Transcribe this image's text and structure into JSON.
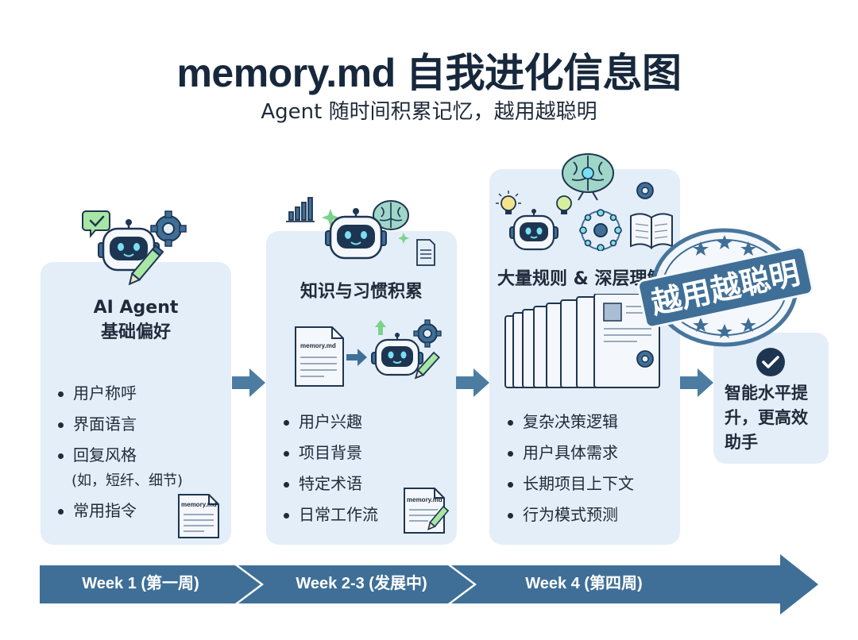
{
  "title": "memory.md 自我进化信息图",
  "subtitle": "Agent 随时间积累记忆，越用越聪明",
  "stages": [
    {
      "heading_line1": "AI Agent",
      "heading_line2": "基础偏好",
      "items": [
        "用户称呼",
        "界面语言",
        "回复风格",
        "常用指令"
      ],
      "item_note": "(如，短纤、细节)",
      "doc_label": "memory.md",
      "week": "Week 1 (第一周)"
    },
    {
      "heading_line1": "知识与习惯积累",
      "items": [
        "用户兴趣",
        "项目背景",
        "特定术语",
        "日常工作流"
      ],
      "doc_label": "memory.md",
      "doc_label_small": "memory.md",
      "week": "Week 2-3 (发展中)"
    },
    {
      "heading_line1": "大量规则 & 深层理解",
      "items": [
        "复杂决策逻辑",
        "用户具体需求",
        "长期项目上下文",
        "行为模式预测"
      ],
      "week": "Week 4 (第四周)"
    }
  ],
  "stamp": "越用越聪明",
  "result": "智能水平提升，更高效助手",
  "colors": {
    "panel": "#e4eef8",
    "arrow": "#4d7ca3",
    "timeline": "#3f6f97",
    "robot_face": "#1e3552",
    "eyes": "#79e0f2",
    "accent_green": "#7bd389",
    "navy": "#17283d"
  }
}
